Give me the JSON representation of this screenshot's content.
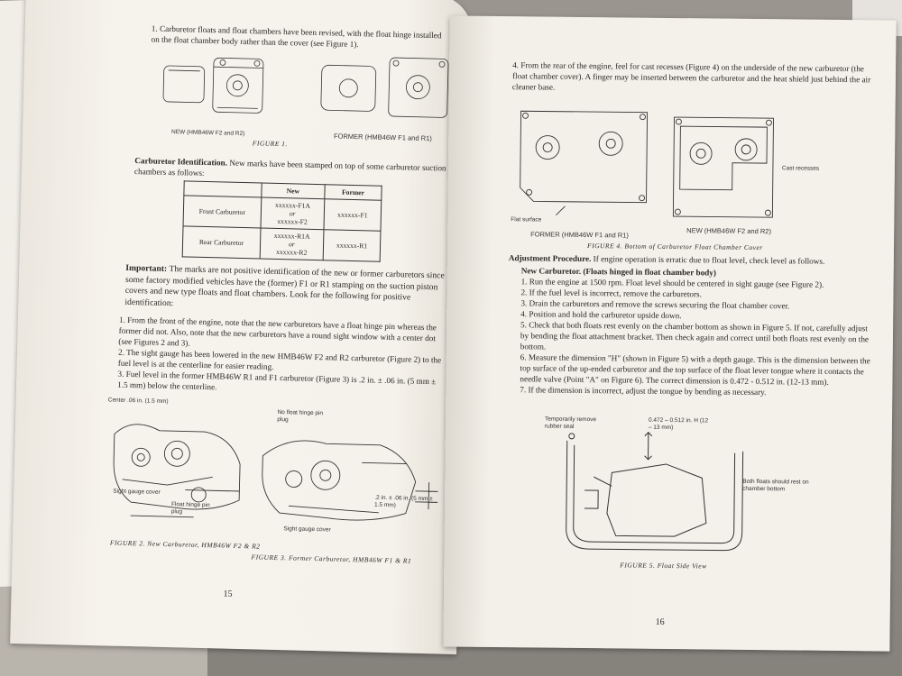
{
  "left_page": {
    "intro": "1. Carburetor floats and float chambers have been revised, with the float hinge installed on the float chamber body rather than the cover (see Figure 1).",
    "fig1_new_label": "NEW (HMB46W F2 and R2)",
    "fig1_former_label": "FORMER (HMB46W F1 and R1)",
    "fig1_caption": "FIGURE 1.",
    "ident_heading": "Carburetor Identification.",
    "ident_text": "New marks have been stamped on top of some carburetor suction chambers as follows:",
    "table": {
      "headers": [
        "",
        "New",
        "Former"
      ],
      "rows": [
        {
          "name": "Front Carburetor",
          "new_a": "xxxxxx-F1A",
          "or": "or",
          "new_b": "xxxxxx-F2",
          "former": "xxxxxx-F1"
        },
        {
          "name": "Rear Carburetor",
          "new_a": "xxxxxx-R1A",
          "or": "or",
          "new_b": "xxxxxx-R2",
          "former": "xxxxxx-R1"
        }
      ]
    },
    "important_label": "Important:",
    "important_text": "The marks are not positive identification of the new or former carburetors since some factory modified vehicles have the (former) F1 or R1 stamping on the suction piston covers and new type floats and float chambers. Look for the following for positive identification:",
    "step1": "1. From the front of the engine, note that the new carburetors have a float hinge pin whereas the former did not. Also, note that the new carburetors have a round sight window with a center dot (see Figures 2 and 3).",
    "step2": "2. The sight gauge has been lowered in the new HMB46W F2 and R2 carburetor (Figure 2) to the fuel level is at the centerline for easier reading.",
    "step3": "3. Fuel level in the former HMB46W R1 and F1 carburetor (Figure 3) is .2 in. ± .06 in. (5 mm ± 1.5 mm) below the centerline.",
    "fig2_labels": {
      "center": "Center .06 in. (1.5 mm)",
      "sight": "Sight gauge cover",
      "float_pin": "Float hinge pin plug"
    },
    "fig3_labels": {
      "no_pin": "No float hinge pin plug",
      "dim": ".2 in. ± .06 in. (5 mm ± 1.5 mm)",
      "sight": "Sight gauge cover"
    },
    "fig2_caption": "FIGURE 2. New Carburetor, HMB46W F2 & R2",
    "fig3_caption": "FIGURE 3. Former Carburetor, HMB46W F1 & R1",
    "page_number": "15"
  },
  "right_page": {
    "step4": "4. From the rear of the engine, feel for cast recesses (Figure 4) on the underside of the new carburetor (the float chamber cover). A finger may be inserted between the carburetor and the heat shield just behind the air cleaner base.",
    "fig4_flat": "Flat surface",
    "fig4_former": "FORMER (HMB46W F1 and R1)",
    "fig4_new": "NEW (HMB46W F2 and R2)",
    "fig4_recess": "Cast recesses",
    "fig4_caption": "FIGURE 4. Bottom of Carburetor Float Chamber Cover",
    "adj_heading": "Adjustment Procedure.",
    "adj_text": "If engine operation is erratic due to float level, check level as follows.",
    "new_carb": "New Carburetor. (Floats hinged in float chamber body)",
    "steps": [
      "1. Run the engine at 1500 rpm. Float level should be centered in sight gauge (see Figure 2).",
      "2. If the fuel level is incorrect, remove the carburetors.",
      "3. Drain the carburetors and remove the screws securing the float chamber cover.",
      "4. Position and hold the carburetor upside down.",
      "5. Check that both floats rest evenly on the chamber bottom as shown in Figure 5. If not, carefully adjust by bending the float attachment bracket. Then check again and correct until both floats rest evenly on the bottom.",
      "6. Measure the dimension \"H\" (shown in Figure 5) with a depth gauge. This is the dimension between the top surface of the up-ended carburetor and the top surface of the float lever tongue where it contacts the needle valve (Point \"A\" on Figure 6). The correct dimension is 0.472 - 0.512 in. (12-13 mm).",
      "7. If the dimension is incorrect, adjust the tongue by bending as necessary."
    ],
    "fig5_labels": {
      "seal": "Temporarily remove rubber seal",
      "dim": "0.472 – 0.512 in. H (12 – 13 mm)",
      "floats": "Both floats should rest on chamber bottom"
    },
    "fig5_caption": "FIGURE 5. Float Side View",
    "page_number": "16"
  }
}
